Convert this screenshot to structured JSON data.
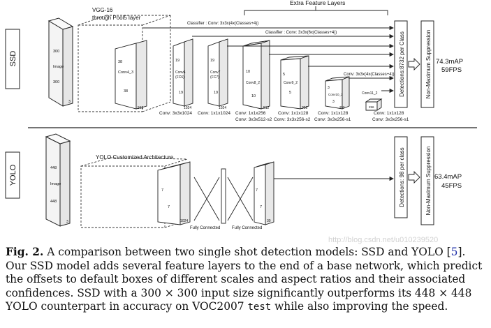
{
  "ssd": {
    "side_label": "SSD",
    "vgg_label_line1": "VGG-16",
    "vgg_label_line2": "through Pool5 layer",
    "extra_layers_label": "Extra Feature Layers",
    "image_label": "Image",
    "image_dims": [
      "300",
      "300",
      "3"
    ],
    "conv4_3": {
      "name": "Conv4_3",
      "dims": [
        "38",
        "38",
        "512"
      ]
    },
    "conv6": {
      "name_line1": "Conv6",
      "name_line2": "(FC6)",
      "dims": [
        "19",
        "19",
        "1024"
      ]
    },
    "conv7": {
      "name_line1": "Conv7",
      "name_line2": "(FC7)",
      "dims": [
        "19",
        "19",
        "1024"
      ]
    },
    "conv8_2": {
      "name": "Conv8_2",
      "dims": [
        "10",
        "10",
        "512"
      ]
    },
    "conv9_2": {
      "name": "Conv9_2",
      "dims": [
        "5",
        "5",
        "256"
      ]
    },
    "conv10_2": {
      "name": "Conv10_2",
      "dims": [
        "3",
        "3",
        "256"
      ]
    },
    "conv11_2": {
      "name": "Conv11_2",
      "dims": [
        "256"
      ]
    },
    "classifier1": "Classifier : Conv: 3x3x(4x(Classes+4))",
    "classifier2": "Classifier : Conv: 3x3x(6x(Classes+4))",
    "classifier3": "Conv: 3x3x(4x(Classes+4))",
    "conv_labels": [
      "Conv: 3x3x1024",
      "Conv: 1x1x1024",
      "Conv: 1x1x256",
      "Conv: 3x3x512-s2",
      "Conv: 1x1x128",
      "Conv: 3x3x256-s2",
      "Conv: 1x1x128",
      "Conv: 3x3x256-s1",
      "Conv: 1x1x128",
      "Conv: 3x3x256-s1"
    ],
    "detections": "Detections:8732 per Class",
    "nms": "Non-Maximum Suppression",
    "map": "74.3mAP",
    "fps": "59FPS"
  },
  "yolo": {
    "side_label": "YOLO",
    "arch_label": "YOLO Customized Architecture",
    "image_label": "Image",
    "image_dims": [
      "448",
      "448",
      "3"
    ],
    "block1_dims": [
      "7",
      "7",
      "1024"
    ],
    "block2_dims": [
      "7",
      "7",
      "30"
    ],
    "fc1": "Fully Connected",
    "fc2": "Fully Connected",
    "detections": "Detections: 98 per class",
    "nms": "Non-Maximum Suppression",
    "map": "63.4mAP",
    "fps": "45FPS"
  },
  "watermark": "http://blog.csdn.net/u010239520",
  "caption": {
    "fig_label": "Fig. 2.",
    "part1": " A comparison between two single shot detection models: SSD and YOLO [",
    "ref": "5",
    "part2": "]. Our SSD model adds several feature layers to the end of a base network, which predict the offsets to default boxes of different scales and aspect ratios and their associated confidences. SSD with a 300 × 300 input size significantly outperforms its 448 × 448 YOLO counterpart in accuracy on VOC2007 ",
    "code": "test",
    "part3": " while also improving the speed."
  }
}
